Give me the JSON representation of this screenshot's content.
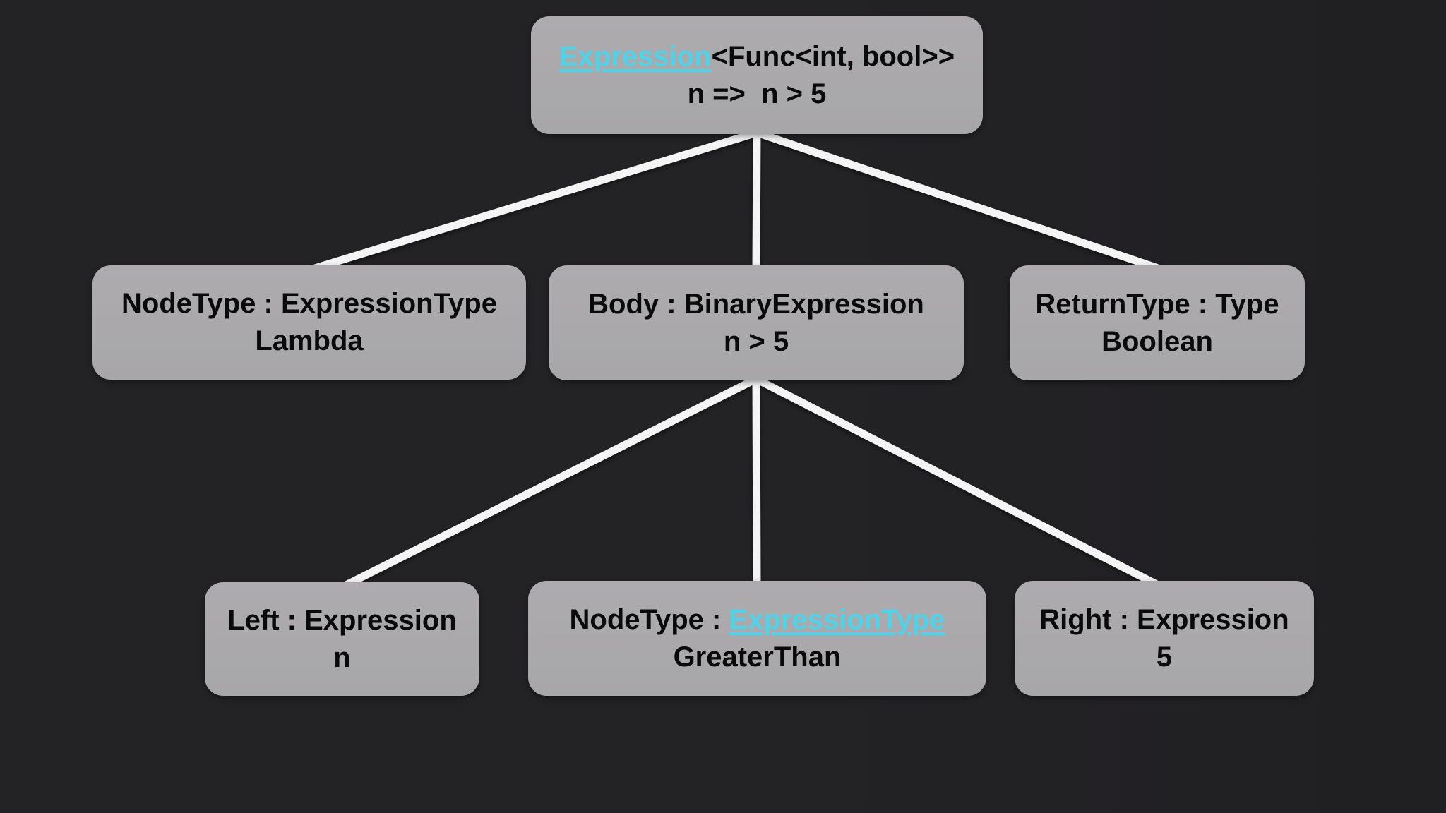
{
  "diagram": {
    "title": "Expression tree for lambda n => n > 5",
    "background_color": "#212023",
    "node_color": "#a9a8aa",
    "edge_color": "#f4f4f4",
    "link_color": "#4ed3e8",
    "text_color": "#0a0a0a"
  },
  "nodes": {
    "root": {
      "line1_pre": "",
      "line1_link": "Expression",
      "line1_post": "<Func<int, bool>>",
      "line2": "n =>  n > 5"
    },
    "lambda": {
      "line1_pre": "NodeType : ExpressionType",
      "line2": "Lambda"
    },
    "body": {
      "line1_pre": "Body : BinaryExpression",
      "line2": "n > 5"
    },
    "returntype": {
      "line1_pre": "ReturnType : Type",
      "line2": "Boolean"
    },
    "left": {
      "line1_pre": "Left : Expression",
      "line2": "n"
    },
    "nodetype_gt": {
      "line1_pre": "NodeType : ",
      "line1_link": "ExpressionType",
      "line1_post": "",
      "line2": "GreaterThan"
    },
    "right": {
      "line1_pre": "Right : Expression",
      "line2": "5"
    }
  },
  "edges": [
    {
      "from": "root",
      "to": "lambda"
    },
    {
      "from": "root",
      "to": "body"
    },
    {
      "from": "root",
      "to": "returntype"
    },
    {
      "from": "body",
      "to": "left"
    },
    {
      "from": "body",
      "to": "nodetype_gt"
    },
    {
      "from": "body",
      "to": "right"
    }
  ]
}
